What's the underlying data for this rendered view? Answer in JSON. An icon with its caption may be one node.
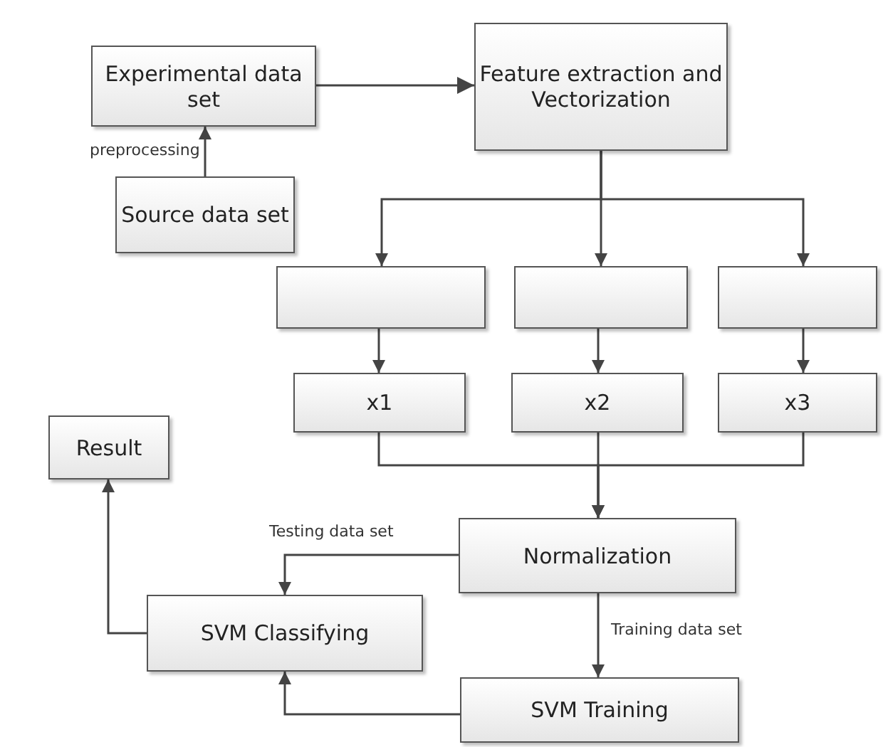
{
  "diagram": {
    "nodes": [
      {
        "text": [
          "Experimental data set"
        ]
      },
      {
        "text": [
          "Feature extraction and Vectorization"
        ]
      },
      {
        "text": [
          "Source data set"
        ]
      },
      {
        "text": [],
        "shape": "box"
      },
      {
        "text": [],
        "shape": "box"
      },
      {
        "text": [],
        "shape": "box"
      },
      {
        "text": [
          "x1"
        ]
      },
      {
        "text": [
          "x2"
        ]
      },
      {
        "text": [
          "x3"
        ]
      },
      {
        "text": [
          "Result"
        ]
      },
      {
        "text": [
          "Normalization"
        ]
      },
      {
        "text": [
          "SVM Classifying"
        ]
      },
      {
        "text": [
          "SVM Training"
        ]
      }
    ],
    "edges": [
      {
        "from": 0,
        "to": 1,
        "arrow": "to"
      },
      {
        "from": 2,
        "to": 0,
        "arrow": "to",
        "label": "preprocessing"
      },
      {
        "from": 1,
        "to": 3,
        "arrow": "to"
      },
      {
        "from": 1,
        "to": 4,
        "arrow": "to"
      },
      {
        "from": 1,
        "to": 5,
        "arrow": "to"
      },
      {
        "from": 3,
        "to": 6,
        "arrow": "to"
      },
      {
        "from": 4,
        "to": 7,
        "arrow": "to"
      },
      {
        "from": 5,
        "to": 8,
        "arrow": "to"
      },
      {
        "from": 6,
        "to": 10,
        "arrow": "to"
      },
      {
        "from": 7,
        "to": 10,
        "arrow": "to"
      },
      {
        "from": 8,
        "to": 10,
        "arrow": "to"
      },
      {
        "from": 10,
        "to": 11,
        "arrow": "to",
        "label": "Testing data set"
      },
      {
        "from": 10,
        "to": 12,
        "arrow": "to",
        "label": "Training data set"
      },
      {
        "from": 12,
        "to": 11,
        "arrow": "to"
      },
      {
        "from": 11,
        "to": 9,
        "arrow": "to"
      }
    ]
  }
}
